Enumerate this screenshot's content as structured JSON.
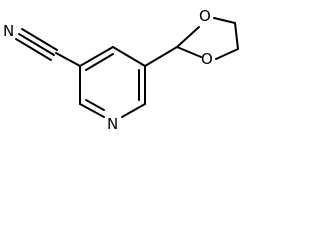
{
  "molecule": {
    "atoms": {
      "nitrile_nitrogen": "N",
      "ring_nitrogen": "N",
      "oxygen_upper": "O",
      "oxygen_lower": "O"
    }
  }
}
